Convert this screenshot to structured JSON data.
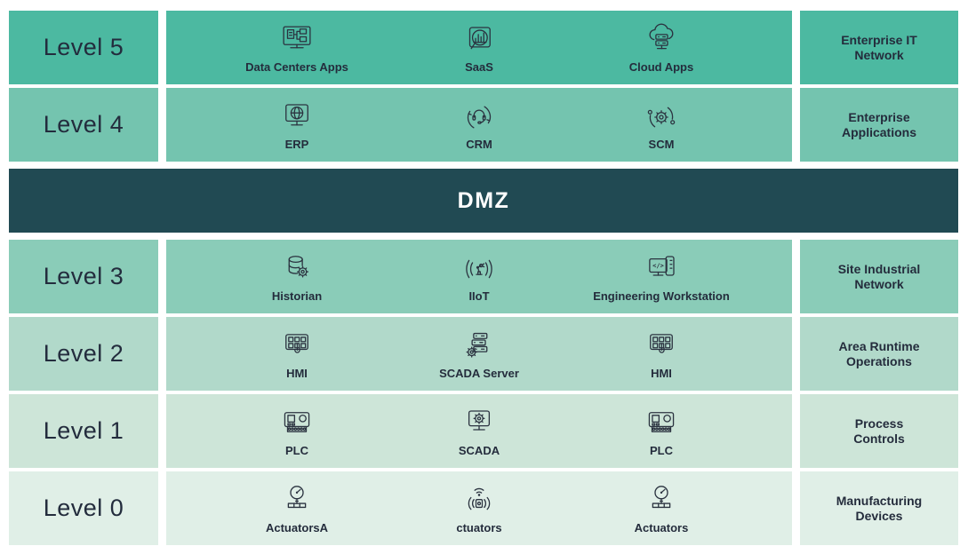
{
  "colors": {
    "level5_bg": "#4cb9a1",
    "level4_bg": "#74c4af",
    "dmz_bg": "#214a53",
    "level3_bg": "#8accb8",
    "level2_bg": "#b1d9ca",
    "level1_bg": "#cde5d8",
    "level0_bg": "#e0efe7",
    "text": "#242c3c",
    "dmz_text": "#ffffff"
  },
  "rows": [
    {
      "level": "Level 5",
      "bg": "#4cb9a1",
      "side": "Enterprise IT\nNetwork",
      "items": [
        {
          "label": "Data Centers Apps",
          "icon": "monitor-flowchart"
        },
        {
          "label": "SaaS",
          "icon": "browser-chart"
        },
        {
          "label": "Cloud Apps",
          "icon": "cloud-server"
        }
      ]
    },
    {
      "level": "Level 4",
      "bg": "#74c4af",
      "side": "Enterprise\nApplications",
      "items": [
        {
          "label": "ERP",
          "icon": "monitor-globe"
        },
        {
          "label": "CRM",
          "icon": "headset-cycle"
        },
        {
          "label": "SCM",
          "icon": "gear-cycle"
        }
      ]
    },
    {
      "level": "Level 3",
      "bg": "#8accb8",
      "side": "Site Industrial\nNetwork",
      "items": [
        {
          "label": "Historian",
          "icon": "database-gear"
        },
        {
          "label": "IIoT",
          "icon": "robot-arm-signal"
        },
        {
          "label": "Engineering Workstation",
          "icon": "workstation-code"
        }
      ]
    },
    {
      "level": "Level 2",
      "bg": "#b1d9ca",
      "side": "Area Runtime\nOperations",
      "items": [
        {
          "label": "HMI",
          "icon": "keypad-touch"
        },
        {
          "label": "SCADA Server",
          "icon": "server-gear"
        },
        {
          "label": "HMI",
          "icon": "keypad-touch"
        }
      ]
    },
    {
      "level": "Level 1",
      "bg": "#cde5d8",
      "side": "Process\nControls",
      "items": [
        {
          "label": "PLC",
          "icon": "plc-device"
        },
        {
          "label": "SCADA",
          "icon": "monitor-gear"
        },
        {
          "label": "PLC",
          "icon": "plc-device"
        }
      ]
    },
    {
      "level": "Level 0",
      "bg": "#e0efe7",
      "side": "Manufacturing\nDevices",
      "items": [
        {
          "label": "ActuatorsA",
          "icon": "gauge"
        },
        {
          "label": "ctuators",
          "icon": "sensor-signal"
        },
        {
          "label": "Actuators",
          "icon": "gauge"
        }
      ]
    }
  ],
  "dmz": {
    "label": "DMZ",
    "bg": "#214a53"
  }
}
